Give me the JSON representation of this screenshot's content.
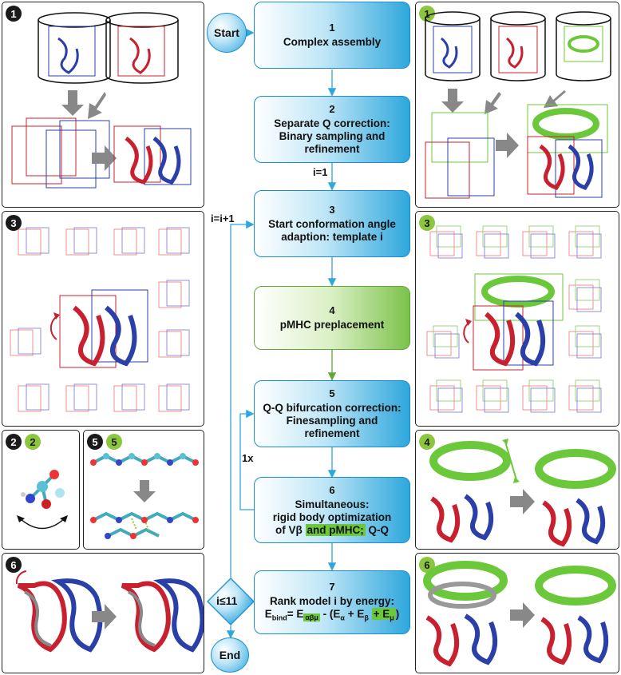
{
  "flow": {
    "start": "Start",
    "end": "End",
    "steps": [
      {
        "num": "1",
        "text": "Complex assembly"
      },
      {
        "num": "2",
        "text": "Separate Q correction: Binary sampling and refinement"
      },
      {
        "num": "3",
        "text": "Start conformation angle adaption: template i"
      },
      {
        "num": "4",
        "text": "pMHC preplacement"
      },
      {
        "num": "5",
        "text": "Q-Q bifurcation correction: Finesampling and refinement"
      },
      {
        "num": "6",
        "text_a": "Simultaneous:",
        "text_b": "rigid body optimization",
        "text_c": "of Vβ",
        "text_hl": "and pMHC;",
        "text_d": "Q-Q"
      },
      {
        "num": "7",
        "text_a": "Rank model i by energy:"
      }
    ],
    "formula": {
      "lhs": "E",
      "lhs_sub": "bind",
      "eq": "= E",
      "sub1": "αβμ",
      "mid": " - (E",
      "sub_a": "α",
      "plus": " + E",
      "sub_b": "β",
      "hl_part": "+ E",
      "sub_m": "μ",
      "close": ")"
    },
    "i_init": "i=1",
    "i_inc": "i=i+1",
    "loop_label": "1x",
    "condition": "i≤11"
  },
  "panels": {
    "left_1": "1",
    "right_1": "1",
    "left_3": "3",
    "right_3": "3",
    "small_2a": "2",
    "small_2b": "2",
    "small_5a": "5",
    "small_5b": "5",
    "right_4": "4",
    "left_6": "6",
    "right_6": "6"
  },
  "colors": {
    "flow_blue": "#2ea7dc",
    "flow_green": "#7cc24a",
    "tcr_red": "#c8202e",
    "tcr_blue": "#2a3fa8",
    "pmhc_green": "#6cc83b",
    "arrow_gray": "#888888"
  }
}
